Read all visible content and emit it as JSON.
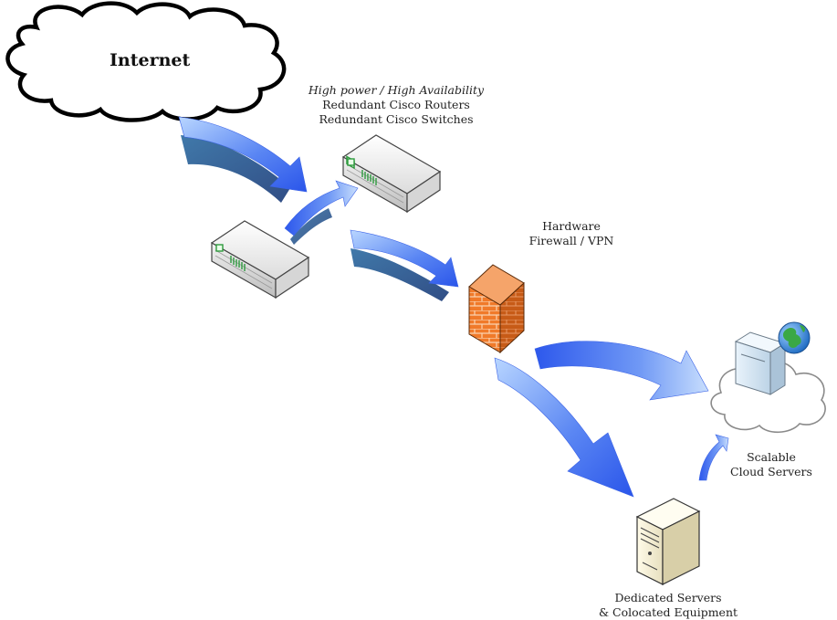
{
  "internet": {
    "label": "Internet"
  },
  "routers": {
    "line1": "High power / High Availability",
    "line2": "Redundant Cisco Routers",
    "line3": "Redundant Cisco Switches"
  },
  "firewall": {
    "line1": "Hardware",
    "line2": "Firewall / VPN"
  },
  "cloud": {
    "line1": "Scalable",
    "line2": "Cloud Servers"
  },
  "dedicated": {
    "line1": "Dedicated Servers",
    "line2": "& Colocated Equipment"
  },
  "colors": {
    "arrow_light": "#aed0ff",
    "arrow_dark": "#2f5bf0",
    "firewall": "#f07a2a",
    "device_body": "#ececec",
    "device_led": "#2e9a3e"
  }
}
